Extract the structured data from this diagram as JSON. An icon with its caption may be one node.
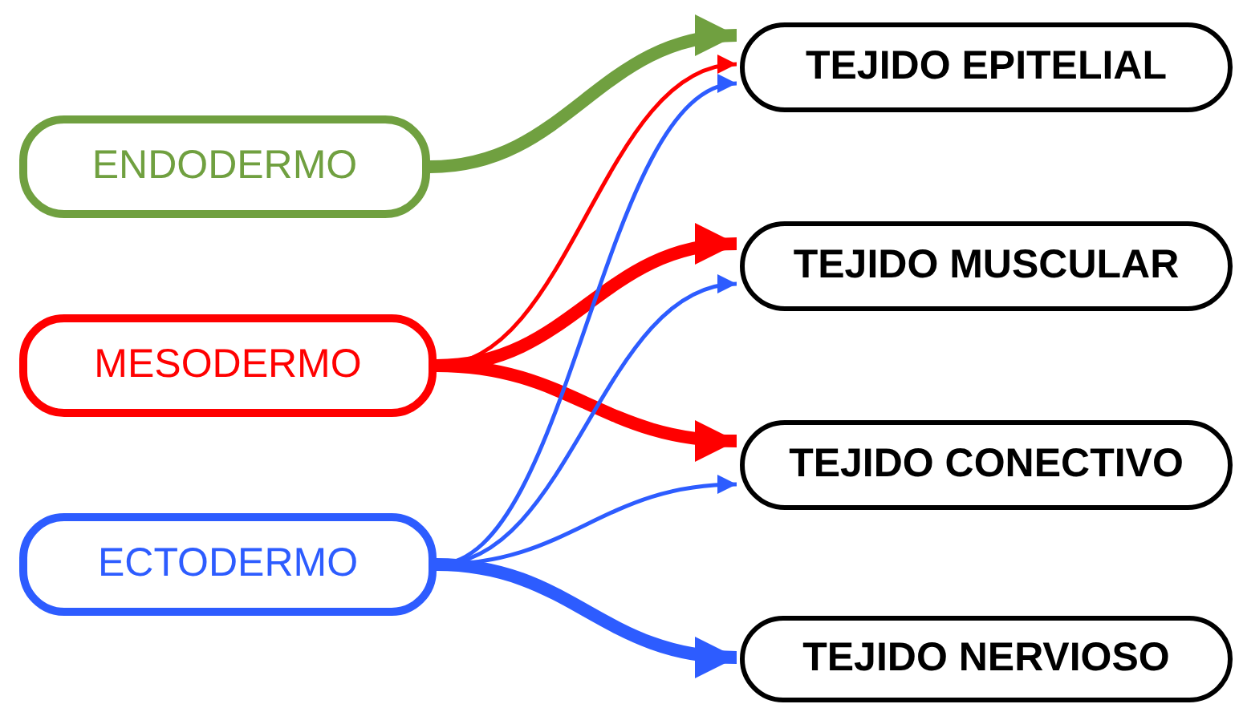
{
  "diagram": {
    "nodes": [
      {
        "text": [
          "ENDODERMO"
        ]
      },
      {
        "text": [
          "MESODERMO"
        ]
      },
      {
        "text": [
          "ECTODERMO"
        ]
      },
      {
        "text": [
          "TEJIDO EPITELIAL"
        ]
      },
      {
        "text": [
          "TEJIDO MUSCULAR"
        ]
      },
      {
        "text": [
          "TEJIDO CONECTIVO"
        ]
      },
      {
        "text": [
          "TEJIDO NERVIOSO"
        ]
      }
    ],
    "edges": [
      {
        "from": 0,
        "to": 3,
        "arrow": "to",
        "style": "thick",
        "color": "#70a040"
      },
      {
        "from": 1,
        "to": 3,
        "arrow": "to",
        "color": "#ff0000"
      },
      {
        "from": 1,
        "to": 4,
        "arrow": "to",
        "style": "thick",
        "color": "#ff0000"
      },
      {
        "from": 1,
        "to": 5,
        "arrow": "to",
        "style": "thick",
        "color": "#ff0000"
      },
      {
        "from": 2,
        "to": 3,
        "arrow": "to",
        "color": "#2d5cff"
      },
      {
        "from": 2,
        "to": 4,
        "arrow": "to",
        "color": "#2d5cff"
      },
      {
        "from": 2,
        "to": 5,
        "arrow": "to",
        "color": "#2d5cff"
      },
      {
        "from": 2,
        "to": 6,
        "arrow": "to",
        "style": "thick",
        "color": "#2d5cff"
      }
    ]
  }
}
